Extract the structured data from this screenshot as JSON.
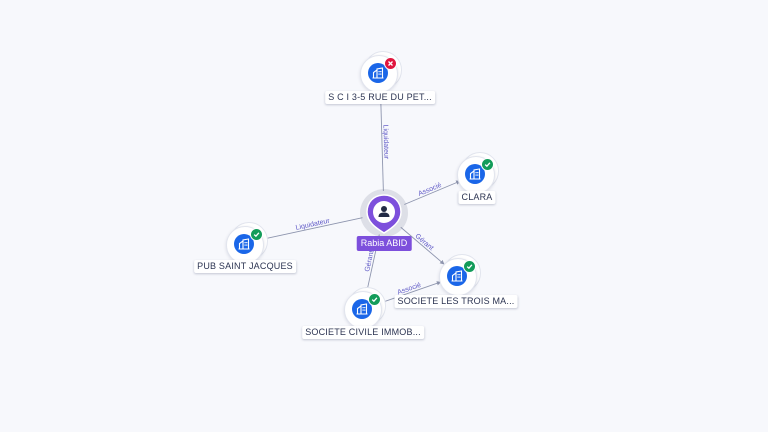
{
  "colors": {
    "edge": "#8e95ae",
    "edge_label": "#5e58c6",
    "person_pin": "#7d4fdc",
    "company_chip": "#1a66e8",
    "status_active": "#139c5a",
    "status_closed": "#e0163e"
  },
  "person": {
    "name": "Rabia ABID",
    "icon": "person-icon"
  },
  "companies": [
    {
      "id": "sci",
      "label": "S C I 3-5 RUE DU PET...",
      "status": "closed",
      "icon": "building-icon",
      "status_icon": "close-icon"
    },
    {
      "id": "clara",
      "label": "CLARA",
      "status": "active",
      "icon": "building-icon",
      "status_icon": "check-icon"
    },
    {
      "id": "pub",
      "label": "PUB SAINT JACQUES",
      "status": "active",
      "icon": "building-icon",
      "status_icon": "check-icon"
    },
    {
      "id": "trois",
      "label": "SOCIETE LES TROIS MA...",
      "status": "active",
      "icon": "building-icon",
      "status_icon": "check-icon"
    },
    {
      "id": "civile",
      "label": "SOCIETE CIVILE IMMOB...",
      "status": "active",
      "icon": "building-icon",
      "status_icon": "check-icon"
    }
  ],
  "relations": [
    {
      "from": "person",
      "to": "sci",
      "label": "Liquidateur"
    },
    {
      "from": "person",
      "to": "clara",
      "label": "Associé"
    },
    {
      "from": "person",
      "to": "pub",
      "label": "Liquidateur"
    },
    {
      "from": "person",
      "to": "trois",
      "label": "Gérant"
    },
    {
      "from": "person",
      "to": "civile",
      "label": "Gérant"
    },
    {
      "from": "civile",
      "to": "trois",
      "label": "Associé"
    }
  ]
}
